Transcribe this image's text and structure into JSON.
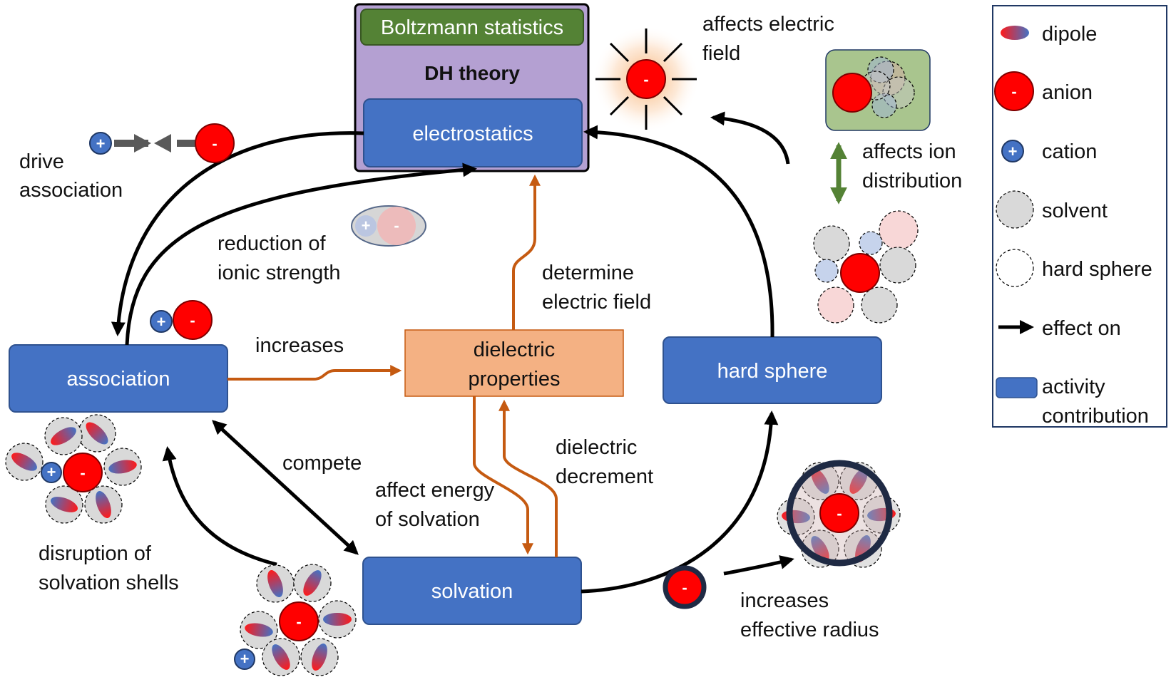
{
  "boxes": {
    "boltzmann": "Boltzmann statistics",
    "dh_theory": "DH theory",
    "electrostatics": "electrostatics",
    "association": "association",
    "dielectric_line1": "dielectric",
    "dielectric_line2": "properties",
    "hard_sphere": "hard sphere",
    "solvation": "solvation"
  },
  "annotations": {
    "drive_line1": "drive",
    "drive_line2": "association",
    "reduction_line1": "reduction of",
    "reduction_line2": "ionic strength",
    "increases": "increases",
    "determine_line1": "determine",
    "determine_line2": "electric field",
    "compete": "compete",
    "affect_energy_line1": "affect energy",
    "affect_energy_line2": "of solvation",
    "decrement_line1": "dielectric",
    "decrement_line2": "decrement",
    "disruption_line1": "disruption of",
    "disruption_line2": "solvation shells",
    "affects_field_line1": "affects electric",
    "affects_field_line2": "field",
    "affects_dist_line1": "affects ion",
    "affects_dist_line2": "distribution",
    "radius_line1": "increases",
    "radius_line2": "effective radius"
  },
  "legend": {
    "dipole": "dipole",
    "anion": "anion",
    "cation": "cation",
    "solvent": "solvent",
    "hard_sphere": "hard sphere",
    "effect_on": "effect on",
    "activity_line1": "activity",
    "activity_line2": "contribution"
  },
  "signs": {
    "plus": "+",
    "minus": "-"
  },
  "colors": {
    "activity_box": "#4472C4",
    "boltzmann_box": "#548235",
    "dh_box": "#B4A0D2",
    "dielectric_box": "#F4B183",
    "orange_arrow": "#C55A11",
    "green_arrow": "#548235",
    "anion": "#FF0000",
    "cation": "#4472C4"
  }
}
